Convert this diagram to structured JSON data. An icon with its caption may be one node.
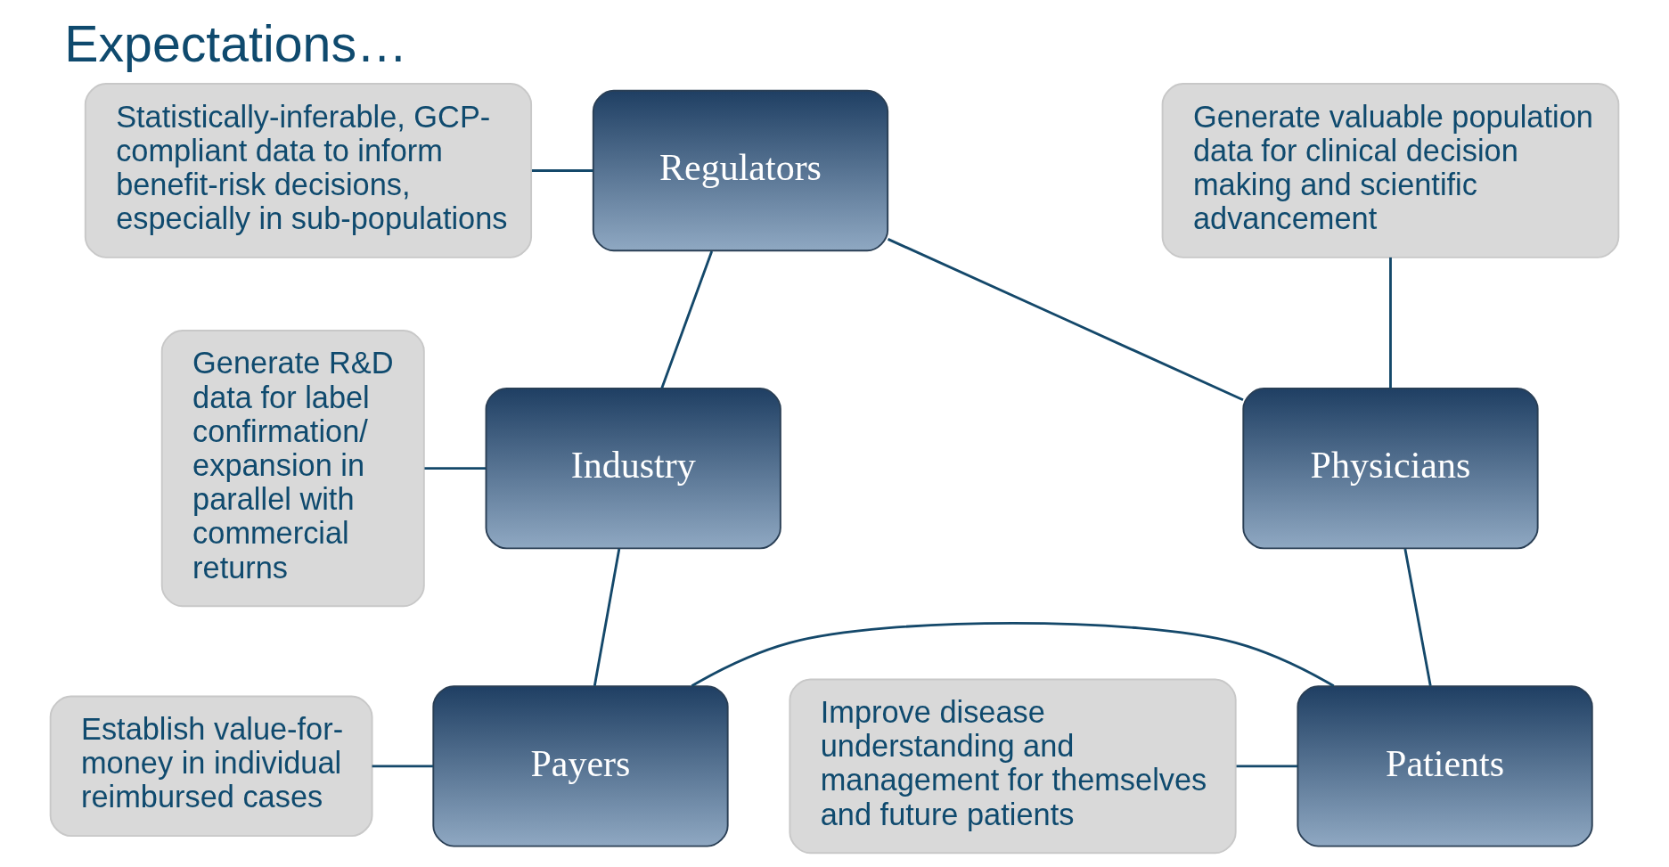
{
  "diagram": {
    "title": "Expectations…",
    "nodes": [
      {
        "text": [
          "Statistically-inferable, GCP-compliant data to inform benefit-risk decisions, especially in sub-populations"
        ]
      },
      {
        "text": [
          "Generate valuable population data for clinical decision making and scientific advancement"
        ]
      },
      {
        "text": [
          "Regulators"
        ]
      },
      {
        "text": [
          "Generate R&D data for label confirmation/ expansion in parallel with commercial returns"
        ]
      },
      {
        "text": [
          "Physicians"
        ]
      },
      {
        "text": [
          "Industry"
        ]
      },
      {
        "text": [
          "Improve disease understanding and management for themselves and future patients"
        ]
      },
      {
        "text": [
          "Patients"
        ]
      },
      {
        "text": [
          "Establish value-for-money in individual reimbursed cases"
        ]
      },
      {
        "text": [
          "Payers"
        ]
      }
    ],
    "edges": [
      {
        "from": 2,
        "to": 5,
        "arrow": "none"
      },
      {
        "from": 5,
        "to": 9,
        "arrow": "none"
      },
      {
        "from": 9,
        "to": 7,
        "arrow": "none"
      },
      {
        "from": 7,
        "to": 4,
        "arrow": "none"
      },
      {
        "from": 4,
        "to": 2,
        "arrow": "none"
      },
      {
        "from": 0,
        "to": 2,
        "arrow": "none"
      },
      {
        "from": 1,
        "to": 4,
        "arrow": "none"
      },
      {
        "from": 3,
        "to": 5,
        "arrow": "none"
      },
      {
        "from": 6,
        "to": 7,
        "arrow": "none"
      },
      {
        "from": 8,
        "to": 9,
        "arrow": "none"
      }
    ]
  }
}
